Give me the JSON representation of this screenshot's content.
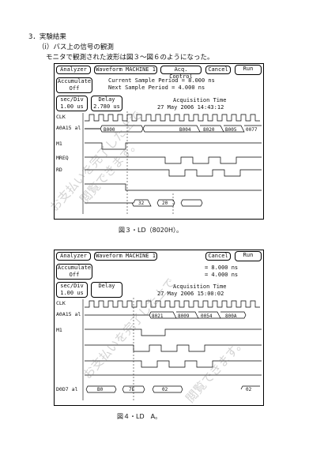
{
  "header": {
    "section": "3．実験結果",
    "subsection": "（ⅰ）バス上の信号の観測",
    "intro": "モニタで観測された波形は図３〜図６のようになった。"
  },
  "figure3": {
    "buttons": {
      "analyzer": "Analyzer",
      "waveform": "Waveform MACHINE 1",
      "acq": "Acq. Control",
      "cancel": "Cancel",
      "run": "Run"
    },
    "accumulate": [
      "Accumulate",
      "Off"
    ],
    "secdiv": [
      "sec/Div",
      "1.00 us"
    ],
    "delay": [
      "Delay",
      "2.780 us"
    ],
    "info_line1": "Current Sample Period = 8.000 ns",
    "info_line2": "Next Sample Period = 4.000 ns",
    "info_line3": "Acquisition Time",
    "info_line4": "27 May 2006 14:43:12",
    "signals": [
      "CLK",
      "A0A15 al",
      "M1",
      "MREQ",
      "RD"
    ],
    "bus_values": [
      "B000",
      "B004",
      "8020",
      "B005",
      "0077"
    ],
    "data_values": [
      "32",
      "20"
    ],
    "caption": "図３・LD（8020H）。"
  },
  "figure4": {
    "buttons": {
      "analyzer": "Analyzer",
      "waveform": "Waveform MACHINE 1",
      "cancel": "Cancel",
      "run": "Run"
    },
    "accumulate": [
      "Accumulate",
      "Off"
    ],
    "secdiv": [
      "sec/Div",
      "1.00 us"
    ],
    "delay": [
      "Delay"
    ],
    "info_line1": "= 8.000 ns",
    "info_line2": "= 4.000 ns",
    "info_line3": "Acquisition Time",
    "info_line4": "27 May 2006 15:00:02",
    "signals": [
      "CLK",
      "A0A15 al",
      "M1",
      "D0D7 al"
    ],
    "bus_values": [
      "8021",
      "8009",
      "0054",
      "800A"
    ],
    "data_values": [
      "B0",
      "7E",
      "02",
      "02"
    ],
    "caption": "図４・LD　A。"
  },
  "watermark": [
    "お支払いを完了した上で",
    "閲覧できます。"
  ]
}
